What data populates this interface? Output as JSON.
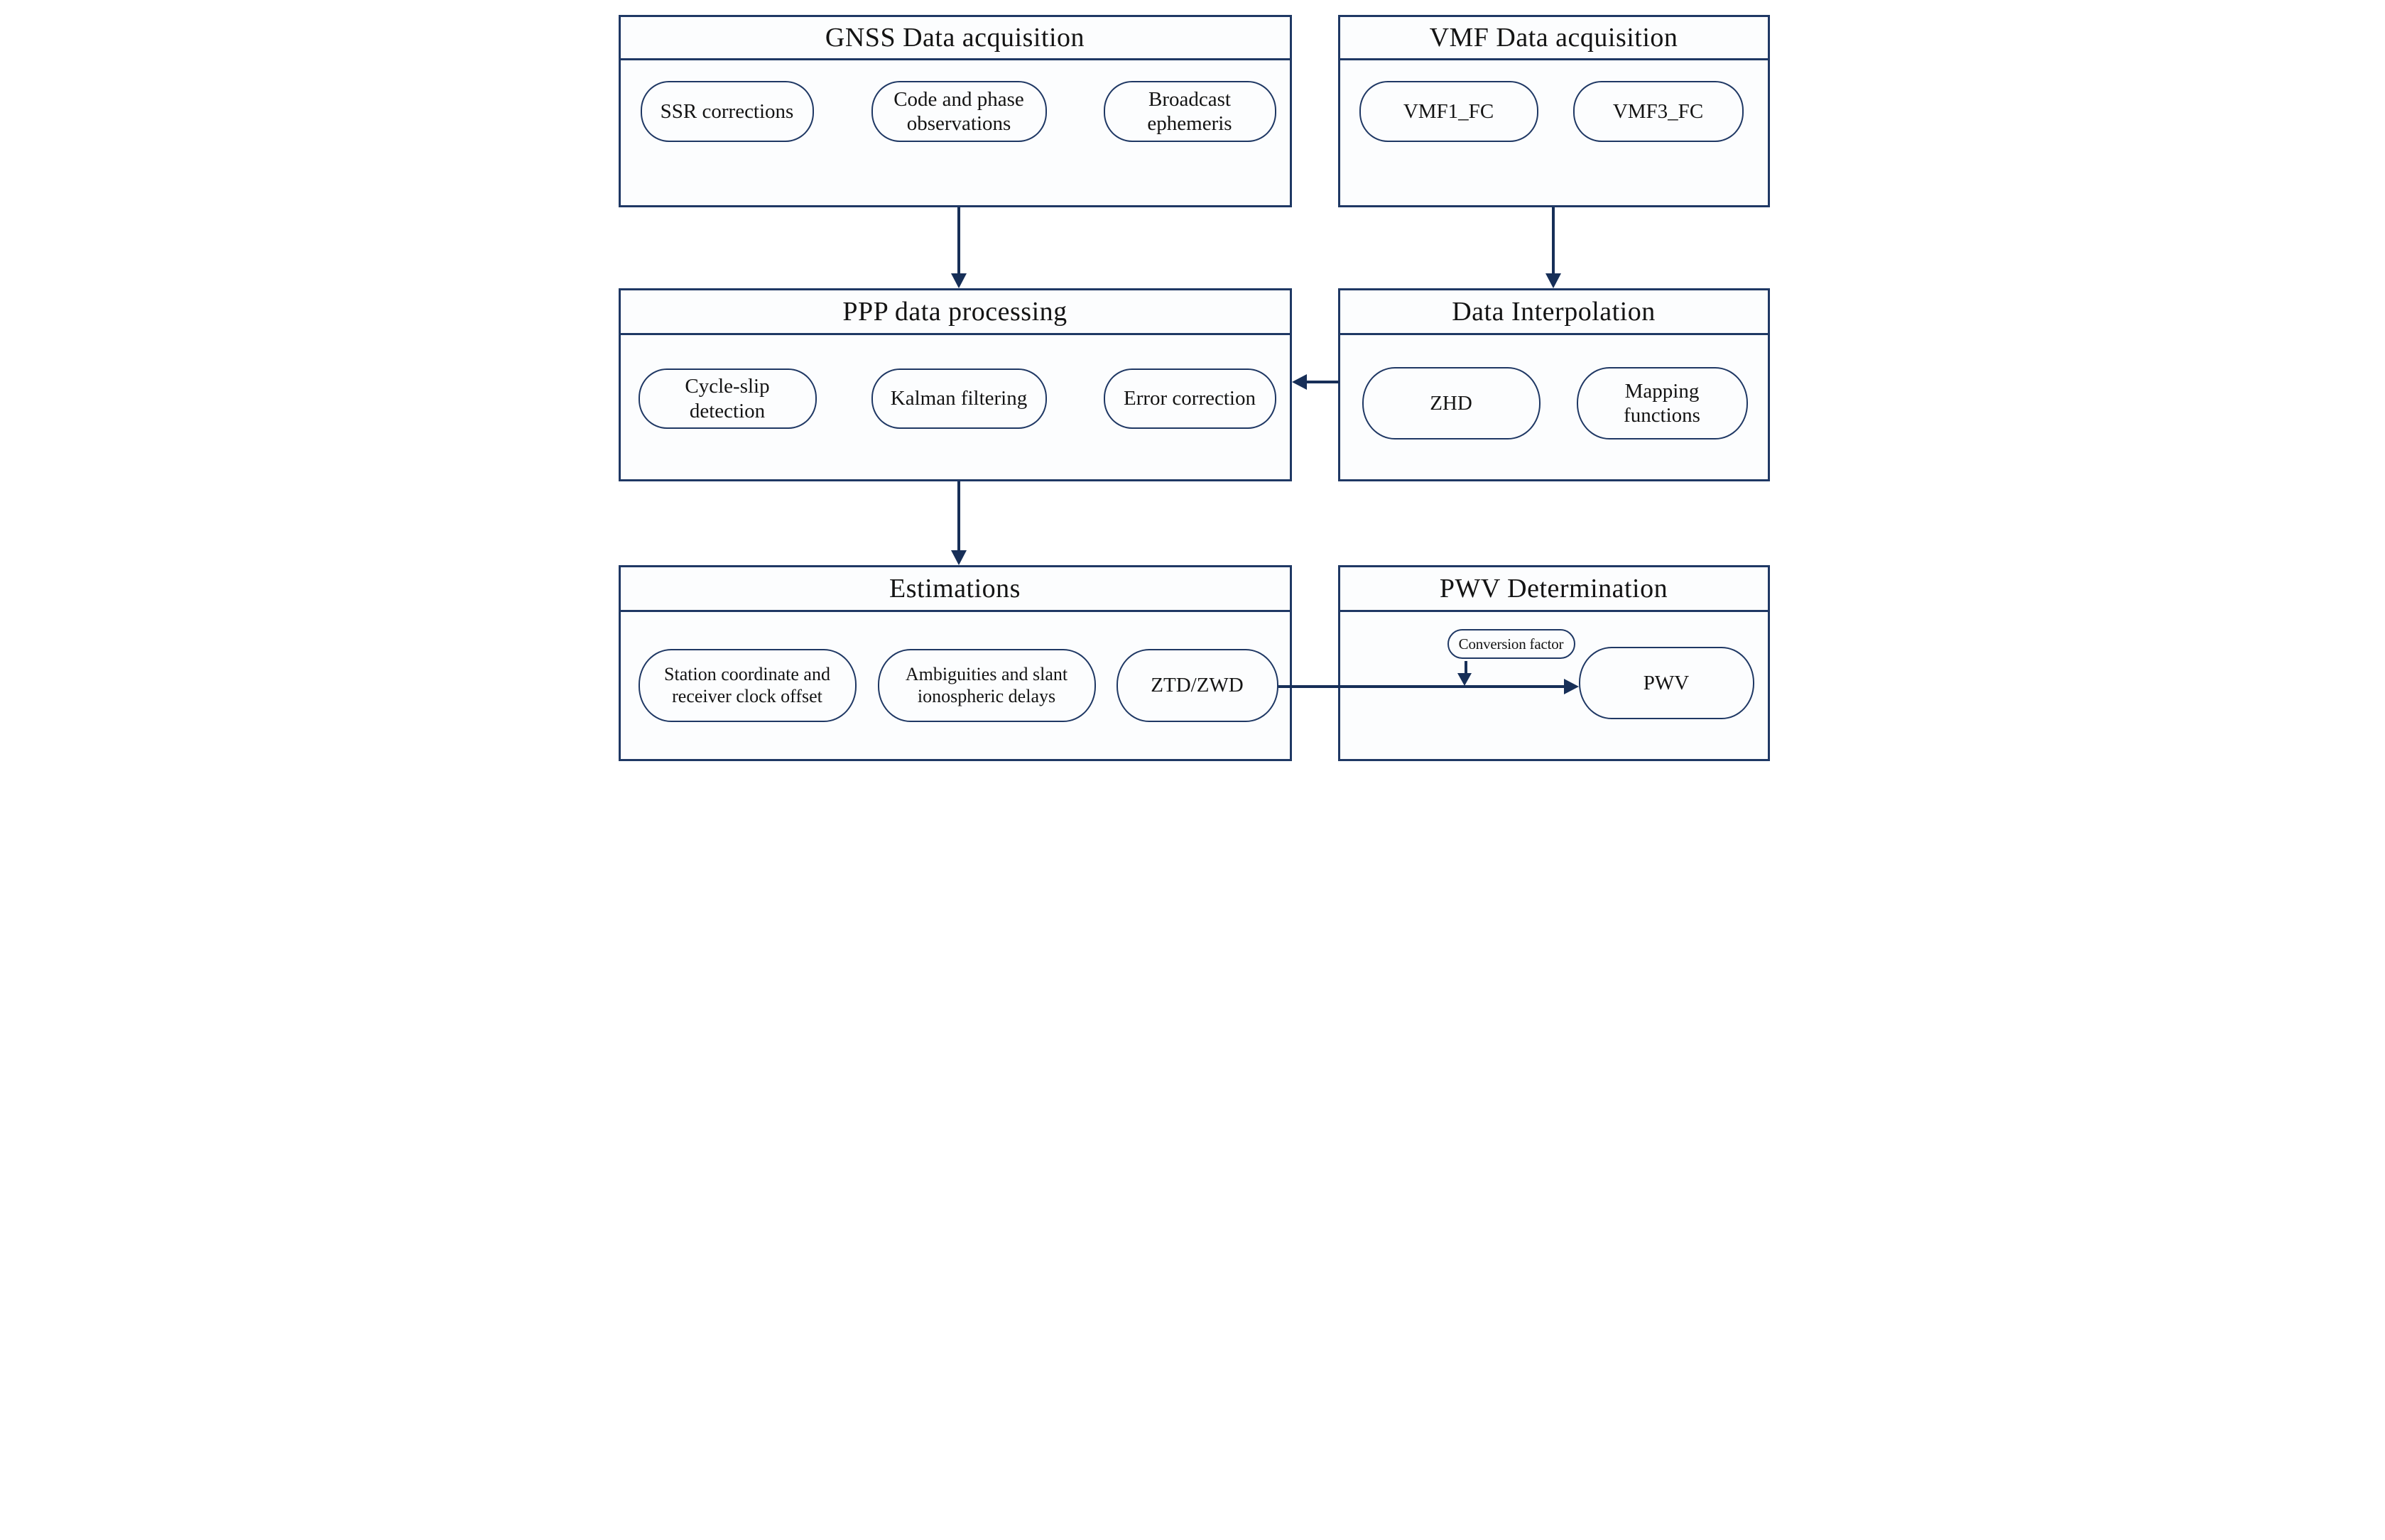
{
  "colors": {
    "line": "#1f3864",
    "arrow": "#172f58",
    "text": "#141414",
    "box_fill": "#fcfdfe",
    "page_bg": "#ffffff"
  },
  "boxes": {
    "gnss": {
      "title": "GNSS Data acquisition",
      "pills": {
        "ssr": "SSR corrections",
        "code_phase": "Code and phase observations",
        "broadcast": "Broadcast ephemeris"
      }
    },
    "vmf": {
      "title": "VMF Data acquisition",
      "pills": {
        "vmf1": "VMF1_FC",
        "vmf3": "VMF3_FC"
      }
    },
    "ppp": {
      "title": "PPP data processing",
      "pills": {
        "cycle_slip": "Cycle-slip detection",
        "kalman": "Kalman filtering",
        "error": "Error correction"
      }
    },
    "interp": {
      "title": "Data Interpolation",
      "pills": {
        "zhd": "ZHD",
        "mapping": "Mapping functions"
      }
    },
    "est": {
      "title": "Estimations",
      "pills": {
        "station": "Station coordinate and receiver clock offset",
        "ambiguity": "Ambiguities and slant ionospheric delays",
        "ztd": "ZTD/ZWD"
      }
    },
    "pwv": {
      "title": "PWV Determination",
      "pills": {
        "conversion": "Conversion factor",
        "pwv": "PWV"
      }
    }
  },
  "edges": [
    {
      "from": "GNSS Data acquisition",
      "to": "PPP data processing",
      "direction": "down"
    },
    {
      "from": "VMF Data acquisition",
      "to": "Data Interpolation",
      "direction": "down"
    },
    {
      "from": "Data Interpolation",
      "to": "PPP data processing",
      "direction": "left"
    },
    {
      "from": "PPP data processing",
      "to": "Estimations",
      "direction": "down"
    },
    {
      "from": "ZTD/ZWD",
      "to": "PWV",
      "direction": "right"
    },
    {
      "from": "Conversion factor",
      "to": "ZTD/ZWD to PWV arrow",
      "direction": "down"
    }
  ]
}
